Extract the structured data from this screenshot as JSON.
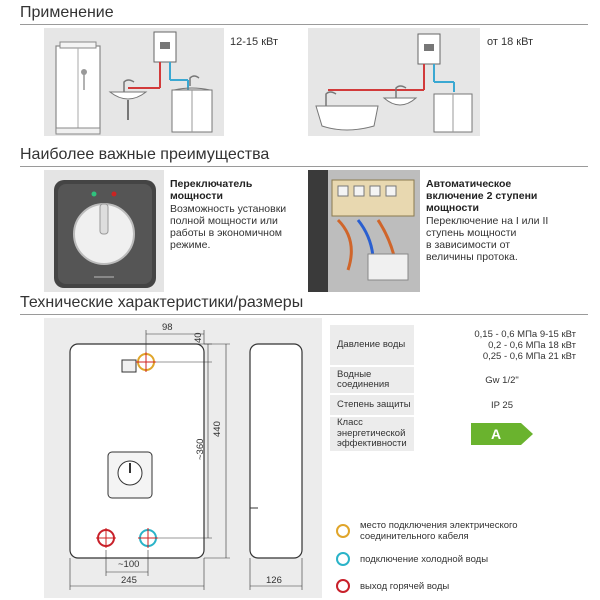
{
  "sections": {
    "application": "Применение",
    "advantages": "Наиболее важные преимущества",
    "specs": "Технические характеристики/размеры"
  },
  "application": {
    "left_power": "12-15 кВт",
    "right_power": "от 18 кВт"
  },
  "advantages": {
    "switch_title_1": "Переключатель",
    "switch_title_2": "мощности",
    "switch_text": [
      "Возможность установки",
      "полной мощности или",
      "работы в экономичном",
      "режиме."
    ],
    "auto_title": [
      "Автоматическое",
      "включение 2 ступени",
      "мощности"
    ],
    "auto_text": [
      "Переключение на I или II",
      "ступень мощности",
      "в зависимости от",
      "величины протока."
    ]
  },
  "dimensions": {
    "top_width": "98",
    "top_offset": "40",
    "inner_height": "~360",
    "total_height": "440",
    "pipe_spacing": "~100",
    "total_width": "245",
    "depth": "126"
  },
  "specs": {
    "rows": [
      {
        "name": "Давление воды",
        "values": [
          "0,15 - 0,6 МПа  9-15 кВт",
          "0,2 - 0,6 МПа  18 кВт",
          "0,25 - 0,6 МПа  21 кВт"
        ]
      },
      {
        "name": "Водные соединения",
        "values": [
          "Gw 1/2\""
        ]
      },
      {
        "name": "Степень защиты",
        "values": [
          "IP 25"
        ]
      },
      {
        "name": "Класс энергетической эффективности",
        "values": [
          "A"
        ]
      }
    ],
    "name_lines": [
      [
        "Давление воды"
      ],
      [
        "Водные",
        "соединения"
      ],
      [
        "Степень защиты"
      ],
      [
        "Класс",
        "энергетической",
        "эффективности"
      ]
    ],
    "energy_class": "A",
    "energy_color": "#6ab32e"
  },
  "legend": [
    {
      "label": [
        "место подключения электрического",
        "соединительного кабеля"
      ],
      "color": "#e0a52a"
    },
    {
      "label": [
        "подключение холодной воды"
      ],
      "color": "#2ab3c8"
    },
    {
      "label": [
        "выход горячей воды"
      ],
      "color": "#c8202a"
    }
  ]
}
